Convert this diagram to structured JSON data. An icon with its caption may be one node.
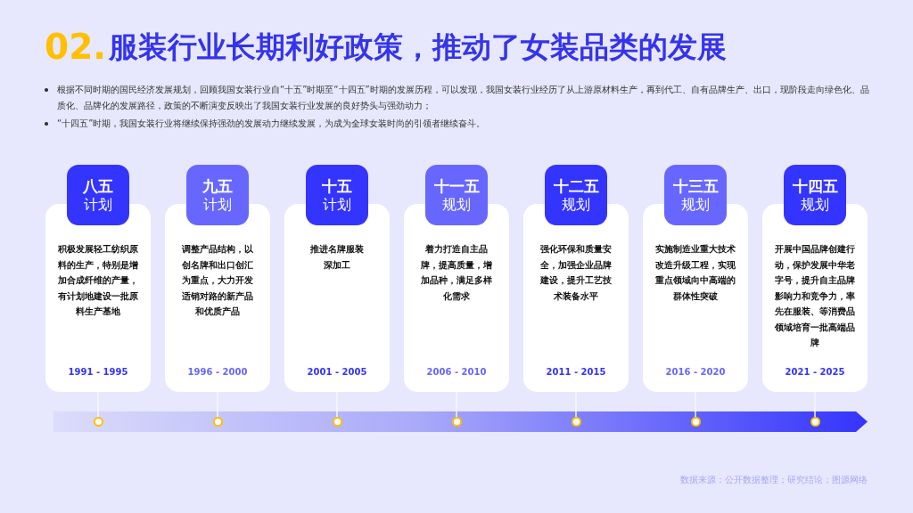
{
  "diagram": {
    "title": "服装行业长期利好政策，推动了女装品类的发展",
    "nodes": [
      {
        "text": [
          "八五",
          "计划"
        ]
      },
      {
        "text": [
          "积极发展轻工纺织原料的生产，特别是增加合成纤维的产量，有计划地建设一批原料生产基地",
          "1991 - 1995"
        ]
      },
      {
        "text": [
          "九五",
          "计划"
        ]
      },
      {
        "text": [
          "调整产品结构，以创名牌和出口创汇为重点，大力开发适销对路的新产品和优质产品",
          "1996 - 2000"
        ]
      },
      {
        "text": [
          "十五",
          "计划"
        ]
      },
      {
        "text": [
          "推进名牌服装深加工",
          "2001 - 2005"
        ]
      },
      {
        "text": [
          "十一五",
          "规划"
        ]
      },
      {
        "text": [
          "着力打造自主品牌，提高质量，增加品种，满足多样化需求",
          "2006 - 2010"
        ]
      },
      {
        "text": [
          "十二五",
          "规划"
        ]
      },
      {
        "text": [
          "强化环保和质量安全，加强企业品牌建设，提升工艺技术装备水平",
          "2011 - 2015"
        ]
      },
      {
        "text": [
          "十三五",
          "规划"
        ]
      },
      {
        "text": [
          "实施制造业重大技术改造升级工程，实现重点领域向中高端的群体性突破",
          "2016 - 2020"
        ]
      },
      {
        "text": [
          "十四五",
          "规划"
        ]
      },
      {
        "text": [
          "开展中国品牌创建行动，保护发展中华老字号，提升自主品牌影响力和竞争力，率先在服装、等消费品领域培育一批高端品牌",
          "2021 - 2025"
        ]
      },
      {
        "text": [],
        "shape": "circle"
      },
      {
        "text": [],
        "shape": "circle"
      },
      {
        "text": [],
        "shape": "circle"
      },
      {
        "text": [],
        "shape": "circle"
      },
      {
        "text": [],
        "shape": "circle"
      },
      {
        "text": [],
        "shape": "circle"
      },
      {
        "text": [],
        "shape": "circle"
      }
    ],
    "edges": [
      {
        "from": 1,
        "to": 14,
        "arrow": "none"
      },
      {
        "from": 3,
        "to": 15,
        "arrow": "none"
      },
      {
        "from": 5,
        "to": 16,
        "arrow": "none"
      },
      {
        "from": 7,
        "to": 17,
        "arrow": "none"
      },
      {
        "from": 9,
        "to": 18,
        "arrow": "none"
      },
      {
        "from": 11,
        "to": 19,
        "arrow": "none"
      },
      {
        "from": 13,
        "to": 20,
        "arrow": "none"
      }
    ],
    "labels": [
      "02.",
      "根据不同时期的国民经济发展规划，回顾我国女装行业自“十五”时期至“十四五”时期的发展历程，可以发现，我国女装行业经历了从上游原材料生产，再到代工、自有品牌生产、出口，现阶段走向绿色化、品质化、品牌化的发展路径，政策的不断演变反映出了我国女装行业发展的良好势头与强劲动力；",
      "“十四五”时期，我国女装行业将继续保持强劲的发展动力继续发展，为成为全球女装时尚的引领者继续奋斗。",
      "数据来源：公开数据整理；研究结论；图源网络"
    ]
  }
}
